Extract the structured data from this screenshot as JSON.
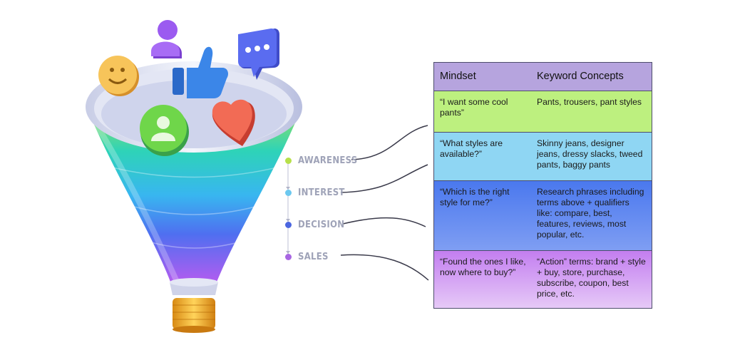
{
  "stages": [
    {
      "label": "AWARENESS",
      "color": "#b7e04a"
    },
    {
      "label": "INTEREST",
      "color": "#6cc8ef"
    },
    {
      "label": "DECISION",
      "color": "#4b66e0"
    },
    {
      "label": "SALES",
      "color": "#a866e2"
    }
  ],
  "table": {
    "headers": [
      "Mindset",
      "Keyword Concepts"
    ],
    "rows": [
      {
        "mindset": "“I want some cool pants”",
        "keywords": "Pants, trousers, pant styles"
      },
      {
        "mindset": "“What styles are available?”",
        "keywords": "Skinny jeans, designer jeans, dressy slacks, tweed pants, baggy pants"
      },
      {
        "mindset": "“Which is the right style for me?”",
        "keywords": "Research phrases including terms above + qualifiers like: compare, best, features, reviews, most popular, etc."
      },
      {
        "mindset": "“Found the ones I like, now where to buy?”",
        "keywords": "“Action” terms: brand + style + buy, store, purchase, subscribe, coupon, best price, etc."
      }
    ]
  },
  "funnel_icons": [
    "smiley-icon",
    "person-icon",
    "thumbs-up-icon",
    "chat-bubble-icon",
    "user-badge-icon",
    "heart-icon",
    "coin-stack-icon"
  ]
}
